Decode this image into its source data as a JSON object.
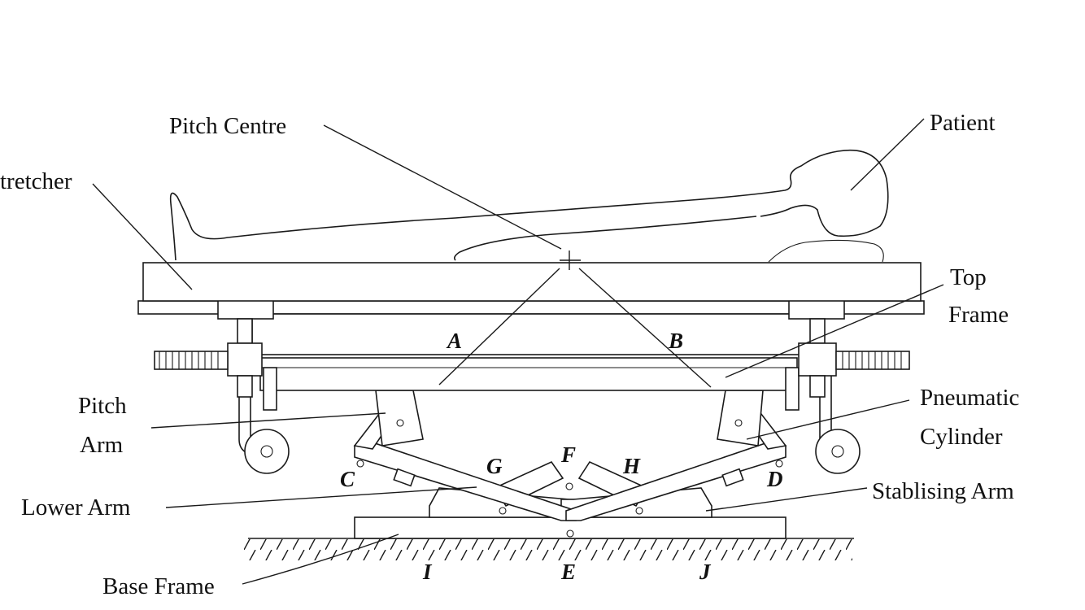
{
  "labels": {
    "pitch_centre": "Pitch Centre",
    "patient": "Patient",
    "stretcher": "tretcher",
    "top_frame_1": "Top",
    "top_frame_2": "Frame",
    "pitch_arm_1": "Pitch",
    "pitch_arm_2": "Arm",
    "pneumatic_1": "Pneumatic",
    "pneumatic_2": "Cylinder",
    "lower_arm": "Lower Arm",
    "stabilising_arm": "Stablising Arm",
    "base_frame": "Base Frame"
  },
  "points": {
    "A": "A",
    "B": "B",
    "C": "C",
    "D": "D",
    "E": "E",
    "F": "F",
    "G": "G",
    "H": "H",
    "I": "I",
    "J": "J"
  }
}
